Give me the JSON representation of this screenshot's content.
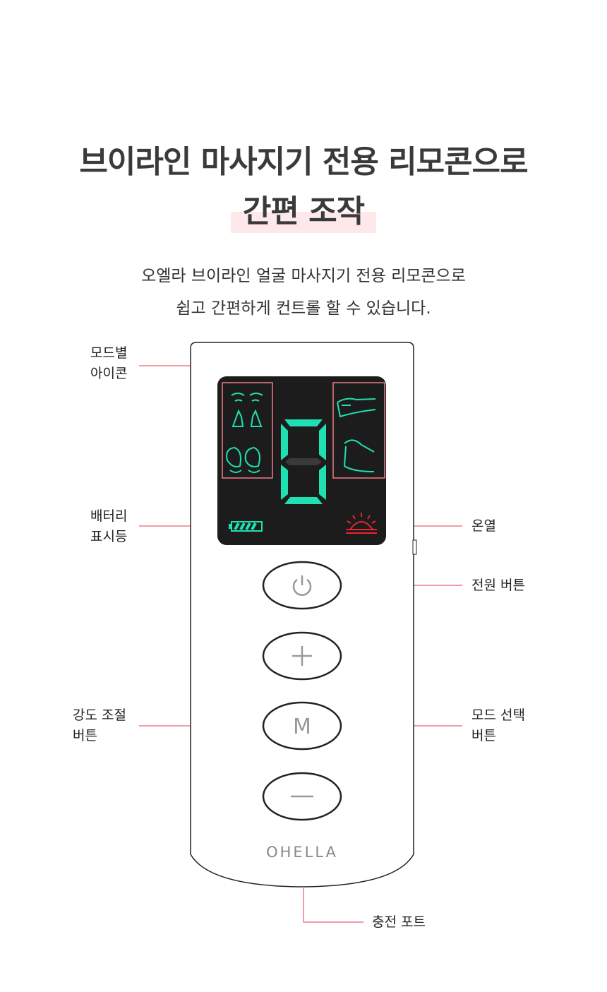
{
  "heading": {
    "line1": "브이라인 마사지기 전용 리모콘으로",
    "line2": "간편 조작"
  },
  "description": {
    "line1": "오엘라 브이라인 얼굴 마사지기 전용 리모콘으로",
    "line2": "쉽고 간편하게 컨트롤 할 수 있습니다."
  },
  "labels": {
    "mode_icons": [
      "모드별",
      "아이콘"
    ],
    "battery": [
      "배터리",
      "표시등"
    ],
    "heat": "온열",
    "power": "전원 버튼",
    "intensity": [
      "강도 조절",
      "버튼"
    ],
    "mode_select": [
      "모드 선택",
      "버튼"
    ],
    "charging": "충전 포트"
  },
  "remote": {
    "brand": "OHELLA",
    "buttons": {
      "plus": "+",
      "mode": "M",
      "minus": "−"
    },
    "display_digit": "0"
  },
  "colors": {
    "accent": "#f07b8a",
    "lcd": "#1fe0b0",
    "heat": "#e8242c",
    "screen": "#1c1c1c"
  }
}
